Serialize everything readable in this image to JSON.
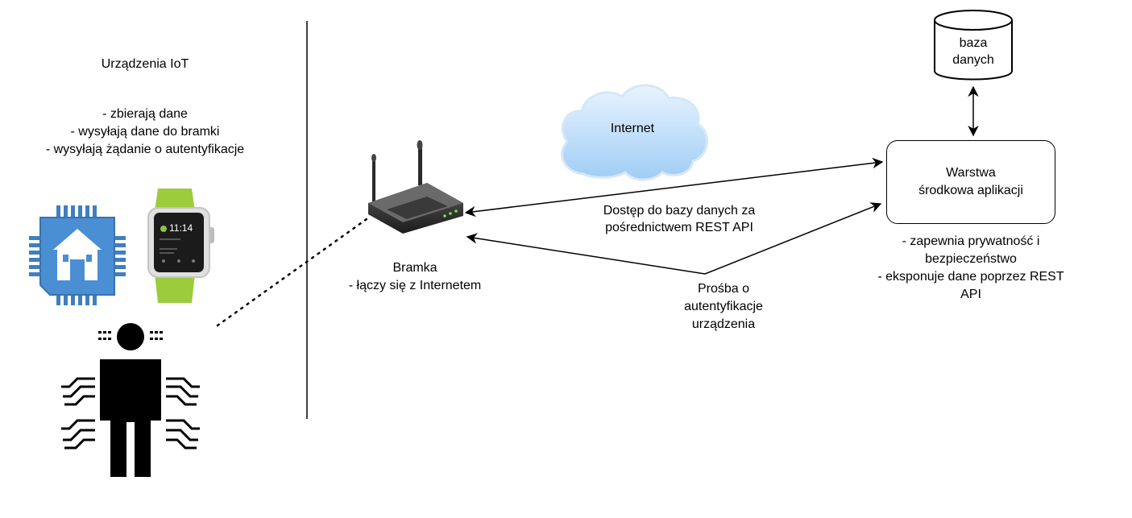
{
  "iot": {
    "title": "Urządzenia IoT",
    "bullets": [
      "- zbierają dane",
      "- wysyłają dane do bramki",
      "- wysyłają żądanie o autentyfikacje"
    ],
    "watch_time": "11:14"
  },
  "gateway": {
    "title": "Bramka",
    "desc": "- łączy się z Internetem"
  },
  "cloud": {
    "label": "Internet"
  },
  "database": {
    "line1": "baza",
    "line2": "danych"
  },
  "middleware": {
    "line1": "Warstwa",
    "line2": "środkowa aplikacji",
    "bullets": [
      "- zapewnia prywatność i",
      "bezpieczeństwo",
      "- eksponuje dane poprzez REST",
      "API"
    ]
  },
  "edges": {
    "db_access": [
      "Dostęp do bazy danych za",
      "pośrednictwem REST API"
    ],
    "auth_request": [
      "Prośba o",
      "autentyfikacje",
      "urządzenia"
    ]
  }
}
